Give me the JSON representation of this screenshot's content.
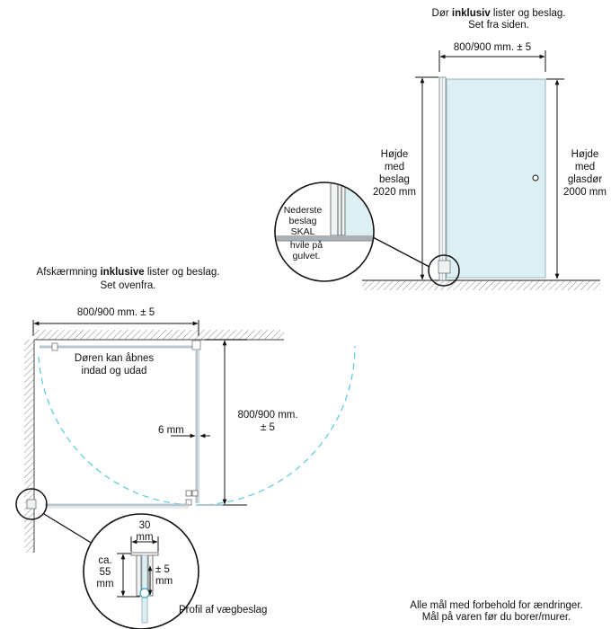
{
  "side_view": {
    "title_pre": "Dør ",
    "title_bold": "inklusiv",
    "title_post": " lister og beslag.",
    "subtitle": "Set fra siden.",
    "width_dim": "800/900 mm.  ± 5",
    "height_frame": [
      "Højde",
      "med",
      "beslag",
      "2020 mm"
    ],
    "height_glass": [
      "Højde",
      "med",
      "glasdør",
      "2000 mm"
    ],
    "detail_note": [
      "Nederste",
      "beslag",
      "SKAL",
      "hvile på",
      "gulvet."
    ]
  },
  "top_view": {
    "title_pre": "Afskærmning ",
    "title_bold": "inklusive",
    "title_post": " lister og beslag.",
    "subtitle": "Set ovenfra.",
    "width_dim": "800/900 mm. ± 5",
    "depth_dim": [
      "800/900 mm.",
      "± 5"
    ],
    "door_note": [
      "Døren kan åbnes",
      "indad og udad"
    ],
    "gap_dim": "6 mm",
    "profile": {
      "width": [
        "30",
        "mm"
      ],
      "depth": [
        "ca.",
        "55",
        "mm"
      ],
      "tolerance": [
        "± 5",
        "mm"
      ],
      "caption": "Profil af vægbeslag"
    }
  },
  "footer": [
    "Alle mål med forbehold for ændringer.",
    "Mål på varen før du borer/murer."
  ],
  "colors": {
    "glass": "#dceff3",
    "swing_arc": "#5ac8e0",
    "frame": "#9aa5ab",
    "wall_hatch": "#888888"
  }
}
